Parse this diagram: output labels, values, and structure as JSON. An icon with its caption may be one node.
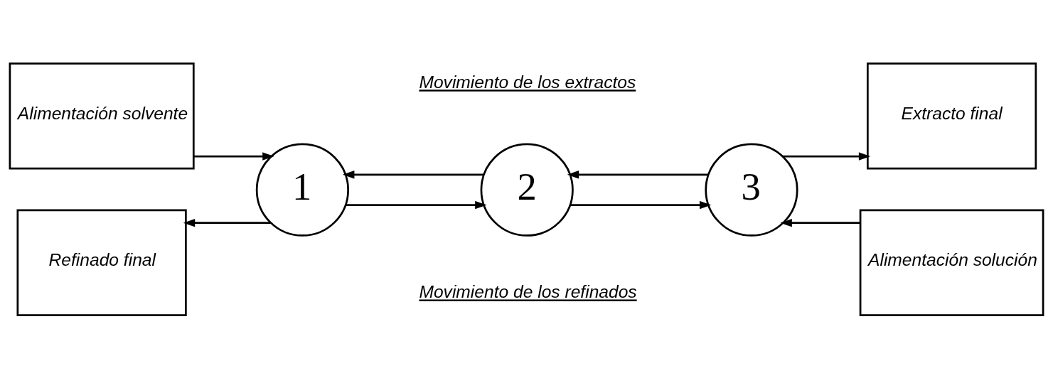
{
  "diagram": {
    "nodes": [
      {
        "text": [
          "Alimentación solvente"
        ]
      },
      {
        "text": [
          "Extracto final"
        ]
      },
      {
        "text": [
          "1"
        ]
      },
      {
        "text": [
          "2"
        ]
      },
      {
        "text": [
          "3"
        ]
      },
      {
        "text": [
          "Refinado final"
        ]
      },
      {
        "text": [
          "Alimentación solución"
        ]
      }
    ],
    "edges": [
      {
        "from": 0,
        "to": 2,
        "arrow": "to"
      },
      {
        "from": 2,
        "to": 3,
        "arrow": "to"
      },
      {
        "from": 3,
        "to": 4,
        "arrow": "to"
      },
      {
        "from": 4,
        "to": 1,
        "arrow": "to"
      },
      {
        "from": 6,
        "to": 4,
        "arrow": "to"
      },
      {
        "from": 4,
        "to": 3,
        "arrow": "to"
      },
      {
        "from": 3,
        "to": 2,
        "arrow": "to"
      },
      {
        "from": 2,
        "to": 5,
        "arrow": "to"
      }
    ],
    "labels": [
      "Movimiento de los extractos",
      "Movimiento de los refinados"
    ]
  }
}
